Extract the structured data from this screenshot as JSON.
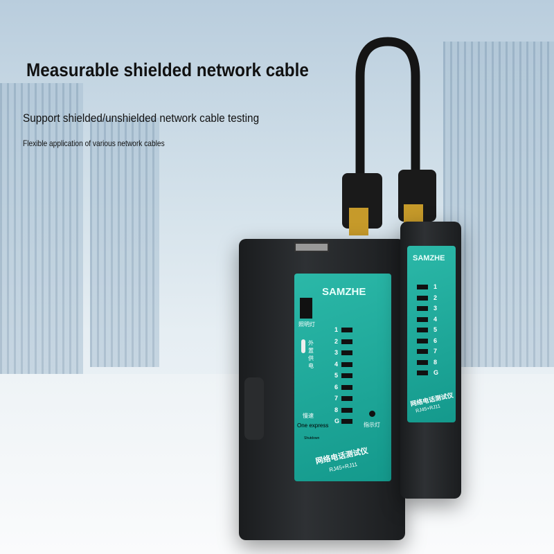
{
  "headline": "Measurable shielded network cable",
  "subheadline": "Support shielded/unshielded network cable testing",
  "caption": "Flexible application of various network cables",
  "main_unit": {
    "brand": "SAMZHE",
    "light_label": "照明灯",
    "power_label": "外置供电",
    "slow_label": "慢速",
    "one_express": "One express",
    "shutdown": "Shutdown",
    "indicator_label": "指示灯",
    "product_name": "网络电话测试仪",
    "model": "RJ45+RJ11",
    "leds": [
      "1",
      "2",
      "3",
      "4",
      "5",
      "6",
      "7",
      "8",
      "G"
    ]
  },
  "remote_unit": {
    "brand": "SAMZHE",
    "product_name": "网络电话测试仪",
    "model": "RJ45+RJ11",
    "leds": [
      "1",
      "2",
      "3",
      "4",
      "5",
      "6",
      "7",
      "8",
      "G"
    ]
  },
  "colors": {
    "panel": "#1fa999",
    "body": "#222427"
  }
}
